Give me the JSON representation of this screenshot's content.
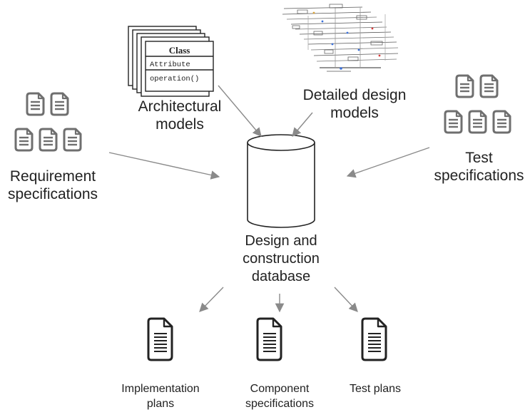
{
  "nodes": {
    "requirements": {
      "lines": [
        "Requirement",
        "specifications"
      ]
    },
    "architectural": {
      "lines": [
        "Architectural",
        "models"
      ]
    },
    "class_box": {
      "name": "Class",
      "attribute": "Attribute",
      "operation": "operation()"
    },
    "detailed": {
      "lines": [
        "Detailed design",
        "models"
      ]
    },
    "test_specs": {
      "lines": [
        "Test",
        "specifications"
      ]
    },
    "database": {
      "lines": [
        "Design and",
        "construction",
        "database"
      ]
    },
    "implementation": {
      "lines": [
        "Implementation",
        "plans"
      ]
    },
    "component": {
      "lines": [
        "Component",
        "specifications"
      ]
    },
    "test_plans": {
      "lines": [
        "Test plans"
      ]
    }
  },
  "colors": {
    "icon": "#6f6f6f",
    "arrow": "#8a8a8a",
    "outline": "#222222"
  }
}
